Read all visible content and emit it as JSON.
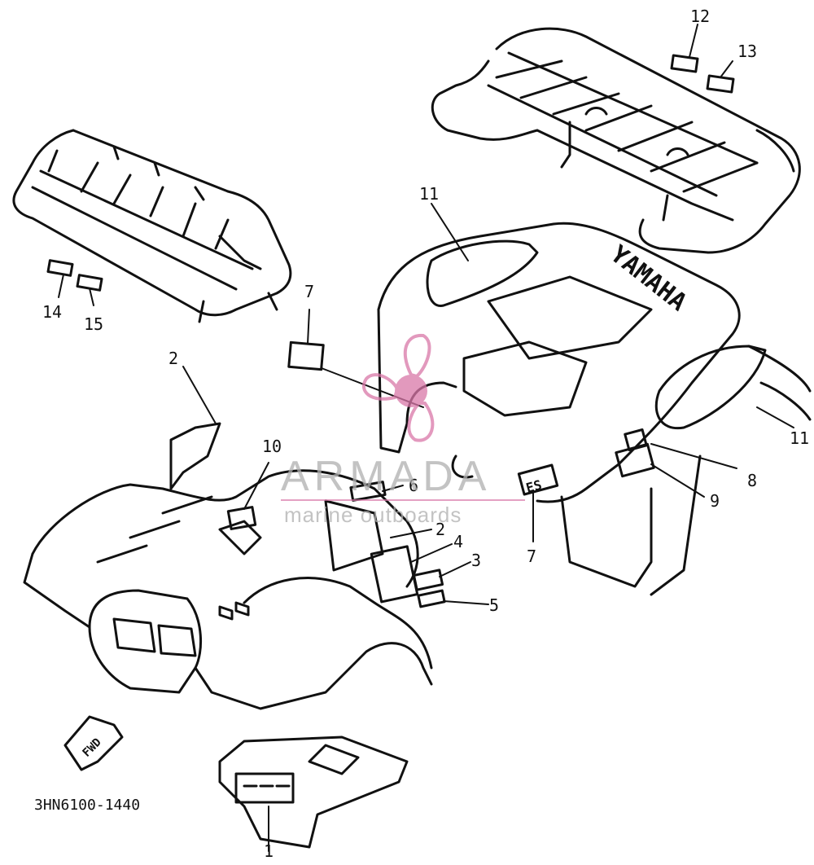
{
  "diagram": {
    "part_code": "3HN6100-1440",
    "fwd_label": "FWD",
    "brand_on_fender": "YAMAHA",
    "meter_text": "ES",
    "callouts": [
      {
        "id": "c1",
        "text": "1"
      },
      {
        "id": "c2a",
        "text": "2"
      },
      {
        "id": "c2b",
        "text": "2"
      },
      {
        "id": "c3",
        "text": "3"
      },
      {
        "id": "c4",
        "text": "4"
      },
      {
        "id": "c5",
        "text": "5"
      },
      {
        "id": "c6",
        "text": "6"
      },
      {
        "id": "c7a",
        "text": "7"
      },
      {
        "id": "c7b",
        "text": "7"
      },
      {
        "id": "c8",
        "text": "8"
      },
      {
        "id": "c9",
        "text": "9"
      },
      {
        "id": "c10",
        "text": "10"
      },
      {
        "id": "c11a",
        "text": "11"
      },
      {
        "id": "c11b",
        "text": "11"
      },
      {
        "id": "c12",
        "text": "12"
      },
      {
        "id": "c13",
        "text": "13"
      },
      {
        "id": "c14",
        "text": "14"
      },
      {
        "id": "c15",
        "text": "15"
      }
    ]
  },
  "watermark": {
    "title": "ARMADA",
    "subtitle": "marine outboards",
    "accent_color": "#d977a8"
  }
}
